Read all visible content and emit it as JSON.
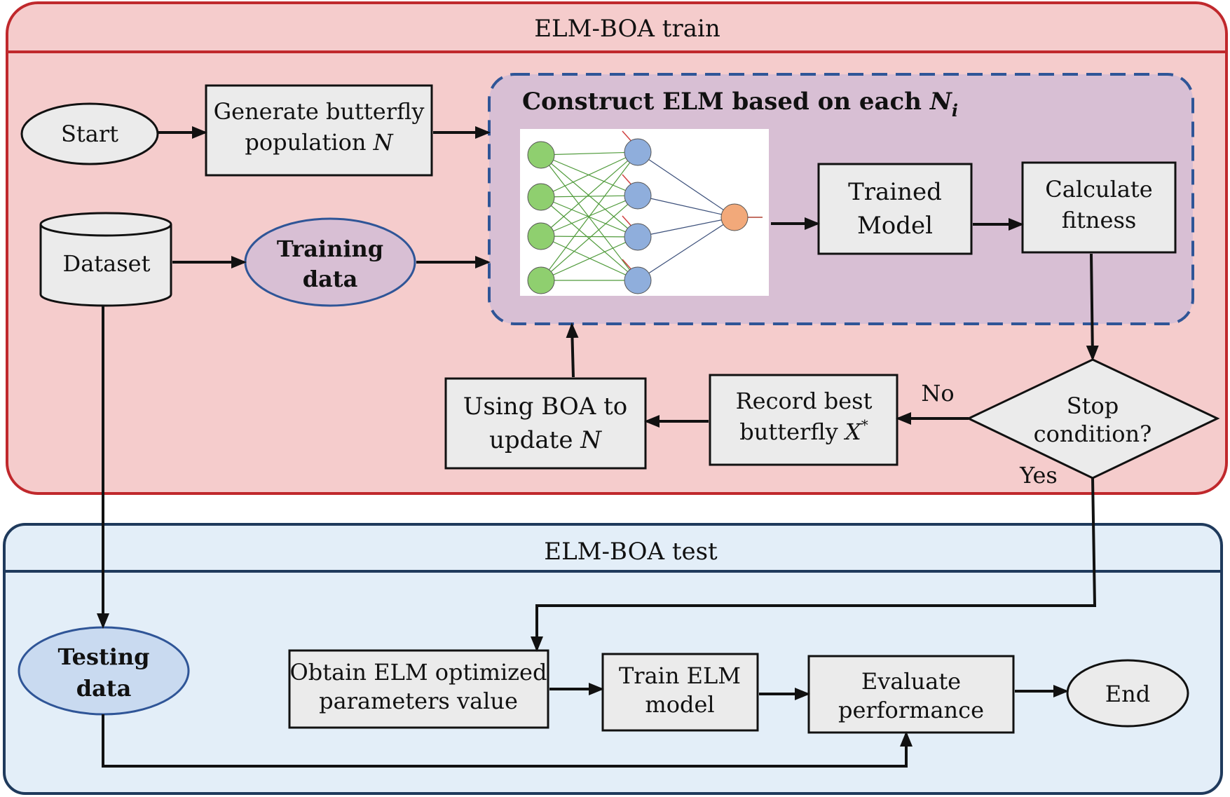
{
  "train_panel": {
    "title": "ELM-BOA train",
    "bg": "#f5cccc",
    "border": "#c0282c"
  },
  "test_panel": {
    "title": "ELM-BOA test",
    "bg": "#e3eef8",
    "border": "#1f3a5c"
  },
  "elm_region": {
    "title": "Construct ELM based on each ",
    "title_var": "N",
    "title_sub": "i",
    "bg": "#d8bfd4",
    "border": "#2f5597"
  },
  "nodes": {
    "start": "Start",
    "generate": {
      "line1": "Generate butterfly",
      "line2": "population ",
      "line2_var": "N"
    },
    "dataset": "Dataset",
    "training": {
      "line1": "Training",
      "line2": "data"
    },
    "trained_model": {
      "line1": "Trained",
      "line2": "Model"
    },
    "calc_fitness": {
      "line1": "Calculate",
      "line2": "fitness"
    },
    "stop": {
      "line1": "Stop",
      "line2": "condition?"
    },
    "record": {
      "line1": "Record best",
      "line2": "butterfly ",
      "line2_var": "X",
      "line2_sup": "*"
    },
    "using_boa": {
      "line1": "Using BOA to",
      "line2": "update ",
      "line2_var": "N"
    },
    "testing": {
      "line1": "Testing",
      "line2": "data"
    },
    "obtain": {
      "line1": "Obtain ELM optimized",
      "line2": "parameters value"
    },
    "train_elm": {
      "line1": "Train ELM",
      "line2": "model"
    },
    "evaluate": {
      "line1": "Evaluate",
      "line2": "performance"
    },
    "end": "End"
  },
  "edge_labels": {
    "no": "No",
    "yes": "Yes"
  },
  "colors": {
    "input_node": "#8fcf6f",
    "hidden_node": "#8faedc",
    "output_node": "#f2a97a",
    "ellipse_training": "#d8bfd4",
    "ellipse_testing": "#c9daf0",
    "ellipse_border": "#2f5597"
  }
}
